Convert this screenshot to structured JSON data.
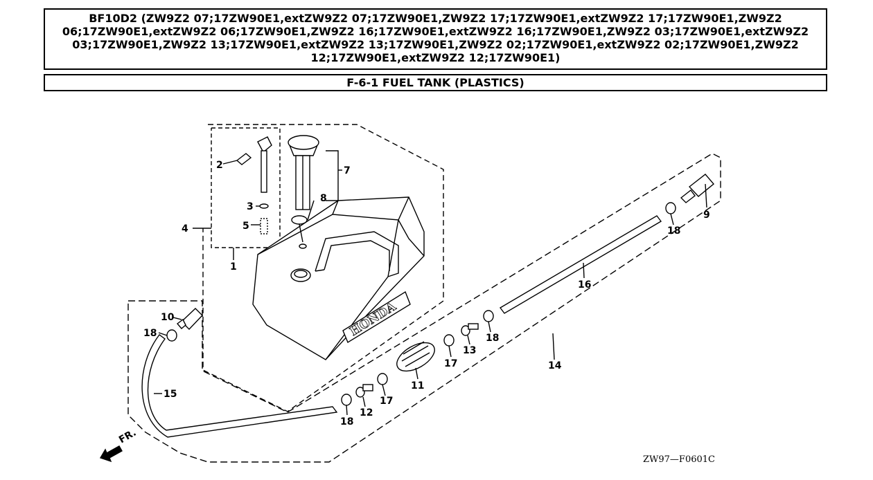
{
  "header": {
    "model_text": "BF10D2 (ZW9Z2 07;17ZW90E1,extZW9Z2 07;17ZW90E1,ZW9Z2 17;17ZW90E1,extZW9Z2 17;17ZW90E1,ZW9Z2 06;17ZW90E1,extZW9Z2 06;17ZW90E1,ZW9Z2 16;17ZW90E1,extZW9Z2 16;17ZW90E1,ZW9Z2 03;17ZW90E1,extZW9Z2 03;17ZW90E1,ZW9Z2 13;17ZW90E1,extZW9Z2 13;17ZW90E1,ZW9Z2 02;17ZW90E1,extZW9Z2 02;17ZW90E1,ZW9Z2 12;17ZW90E1,extZW9Z2 12;17ZW90E1)",
    "section_title": "F-6-1 FUEL TANK (PLASTICS)"
  },
  "diagram": {
    "tank_brand": "HONDA",
    "front_marker": "FR.",
    "drawing_code": "ZW97—F0601C",
    "callouts": {
      "c1": "1",
      "c2": "2",
      "c3": "3",
      "c4": "4",
      "c5": "5",
      "c7": "7",
      "c8": "8",
      "c9": "9",
      "c10": "10",
      "c11": "11",
      "c12": "12",
      "c13": "13",
      "c14": "14",
      "c15": "15",
      "c16": "16",
      "c17a": "17",
      "c17b": "17",
      "c18a": "18",
      "c18b": "18",
      "c18c": "18",
      "c18d": "18"
    }
  }
}
